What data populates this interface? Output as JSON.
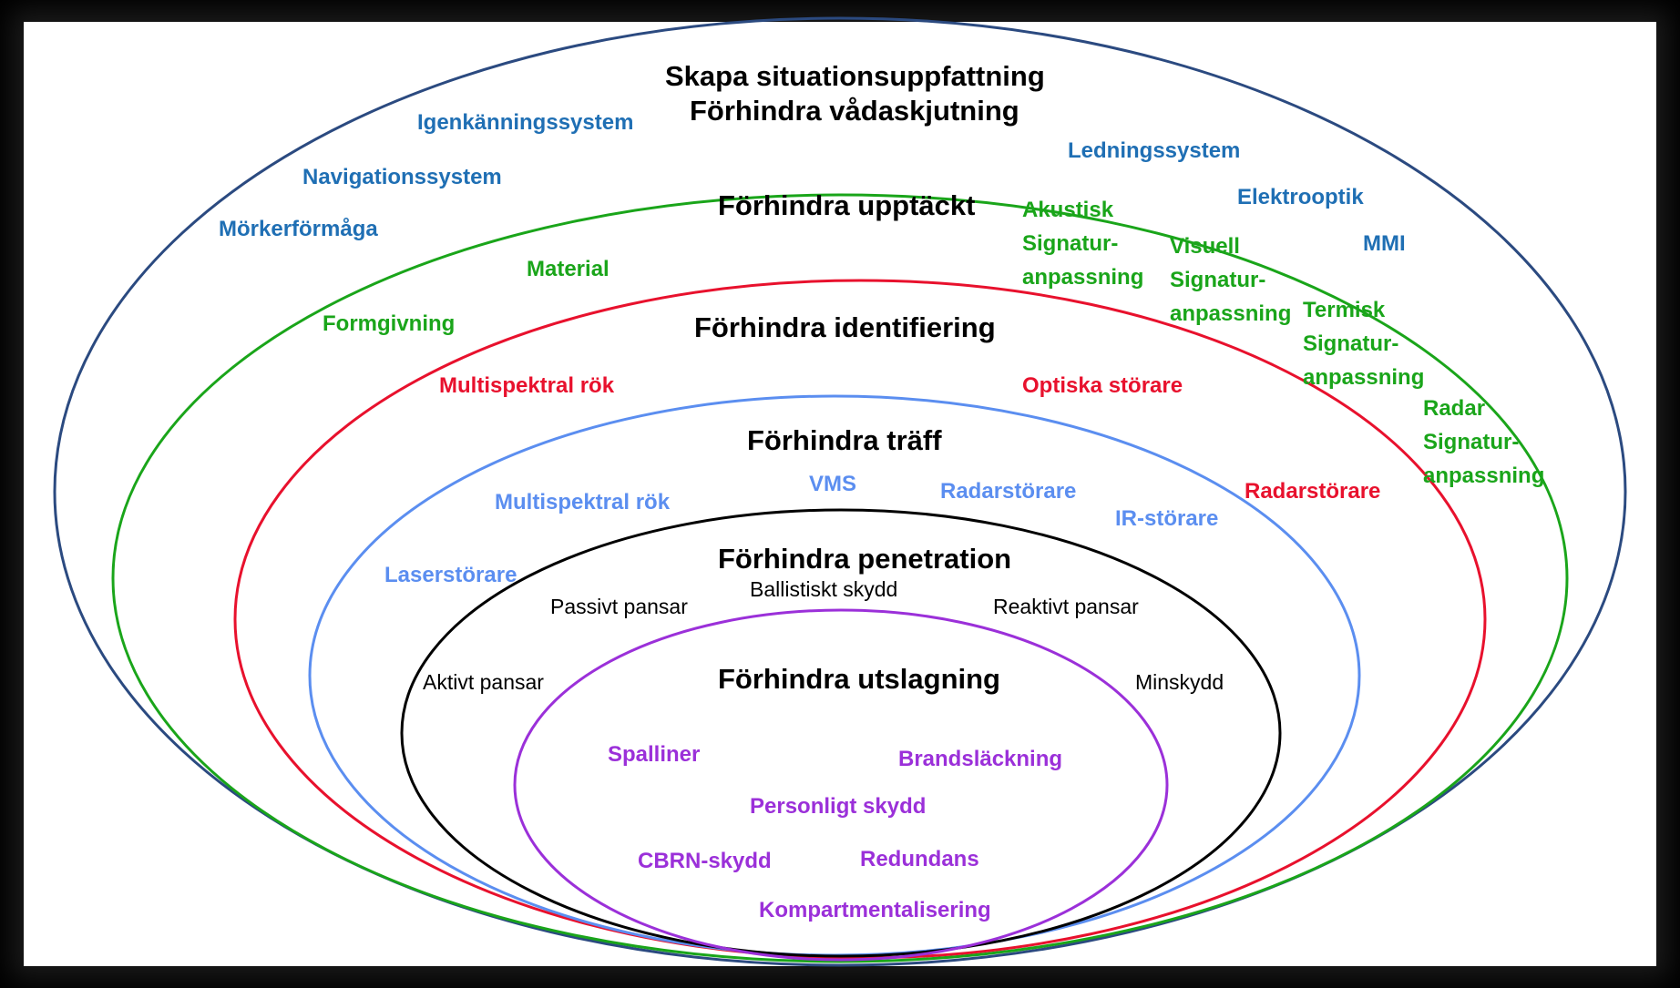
{
  "colors": {
    "situation": "#1f6fb4",
    "detection": "#1aa51a",
    "identification": "#e8112d",
    "hit": "#5b8ef0",
    "penetration": "#000000",
    "kill": "#9b30d9",
    "outer_ring": "#2b4a80"
  },
  "layers": {
    "situation": {
      "title_line1": "Skapa situationsuppfattning",
      "title_line2": "Förhindra vådaskjutning",
      "items": [
        "Igenkänningssystem",
        "Navigationssystem",
        "Mörkerförmåga",
        "Ledningssystem",
        "Elektrooptik",
        "MMI"
      ]
    },
    "detection": {
      "title": "Förhindra upptäckt",
      "items": [
        "Material",
        "Formgivning",
        "Akustisk\nSignatur-\nanpassning",
        "Visuell\nSignatur-\nanpassning",
        "Termisk\nSignatur-\nanpassning",
        "Radar\nSignatur-\nanpassning"
      ]
    },
    "identification": {
      "title": "Förhindra identifiering",
      "items": [
        "Multispektral rök",
        "Optiska störare",
        "Radarstörare"
      ]
    },
    "hit": {
      "title": "Förhindra träff",
      "items": [
        "Multispektral rök",
        "VMS",
        "Radarstörare",
        "IR-störare",
        "Laserstörare"
      ]
    },
    "penetration": {
      "title": "Förhindra penetration",
      "items": [
        "Ballistiskt skydd",
        "Passivt pansar",
        "Reaktivt pansar",
        "Aktivt pansar",
        "Minskydd"
      ]
    },
    "kill": {
      "title": "Förhindra utslagning",
      "items": [
        "Spalliner",
        "Brandsläckning",
        "Personligt skydd",
        "CBRN-skydd",
        "Redundans",
        "Kompartmentalisering"
      ]
    }
  }
}
